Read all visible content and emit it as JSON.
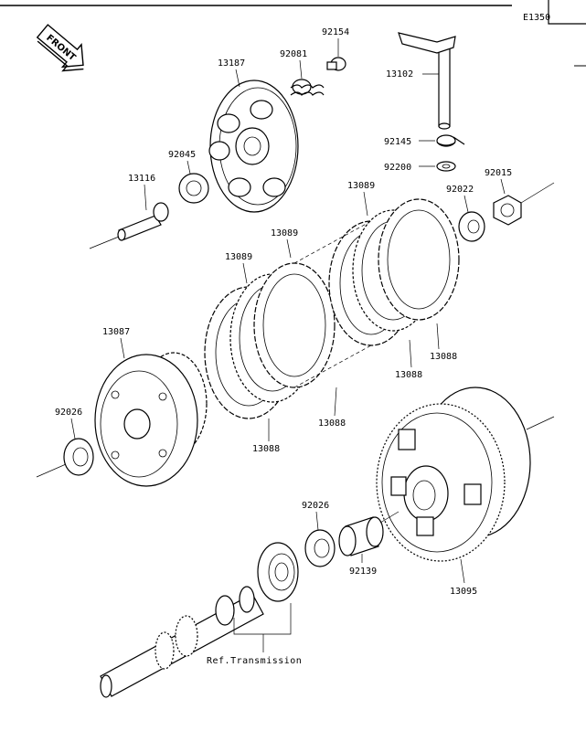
{
  "diagram_id": "E1350",
  "front_label": "FRONT",
  "ref_label": "Ref.Transmission",
  "parts": {
    "p92154": "92154",
    "p92081": "92081",
    "p13187": "13187",
    "p13102": "13102",
    "p92045": "92045",
    "p92145": "92145",
    "p92200": "92200",
    "p92015": "92015",
    "p92022": "92022",
    "p13116": "13116",
    "p13089a": "13089",
    "p13089b": "13089",
    "p13089c": "13089",
    "p13088a": "13088",
    "p13088b": "13088",
    "p13088c": "13088",
    "p13088d": "13088",
    "p13087": "13087",
    "p92026a": "92026",
    "p92026b": "92026",
    "p92139": "92139",
    "p13095": "13095"
  }
}
